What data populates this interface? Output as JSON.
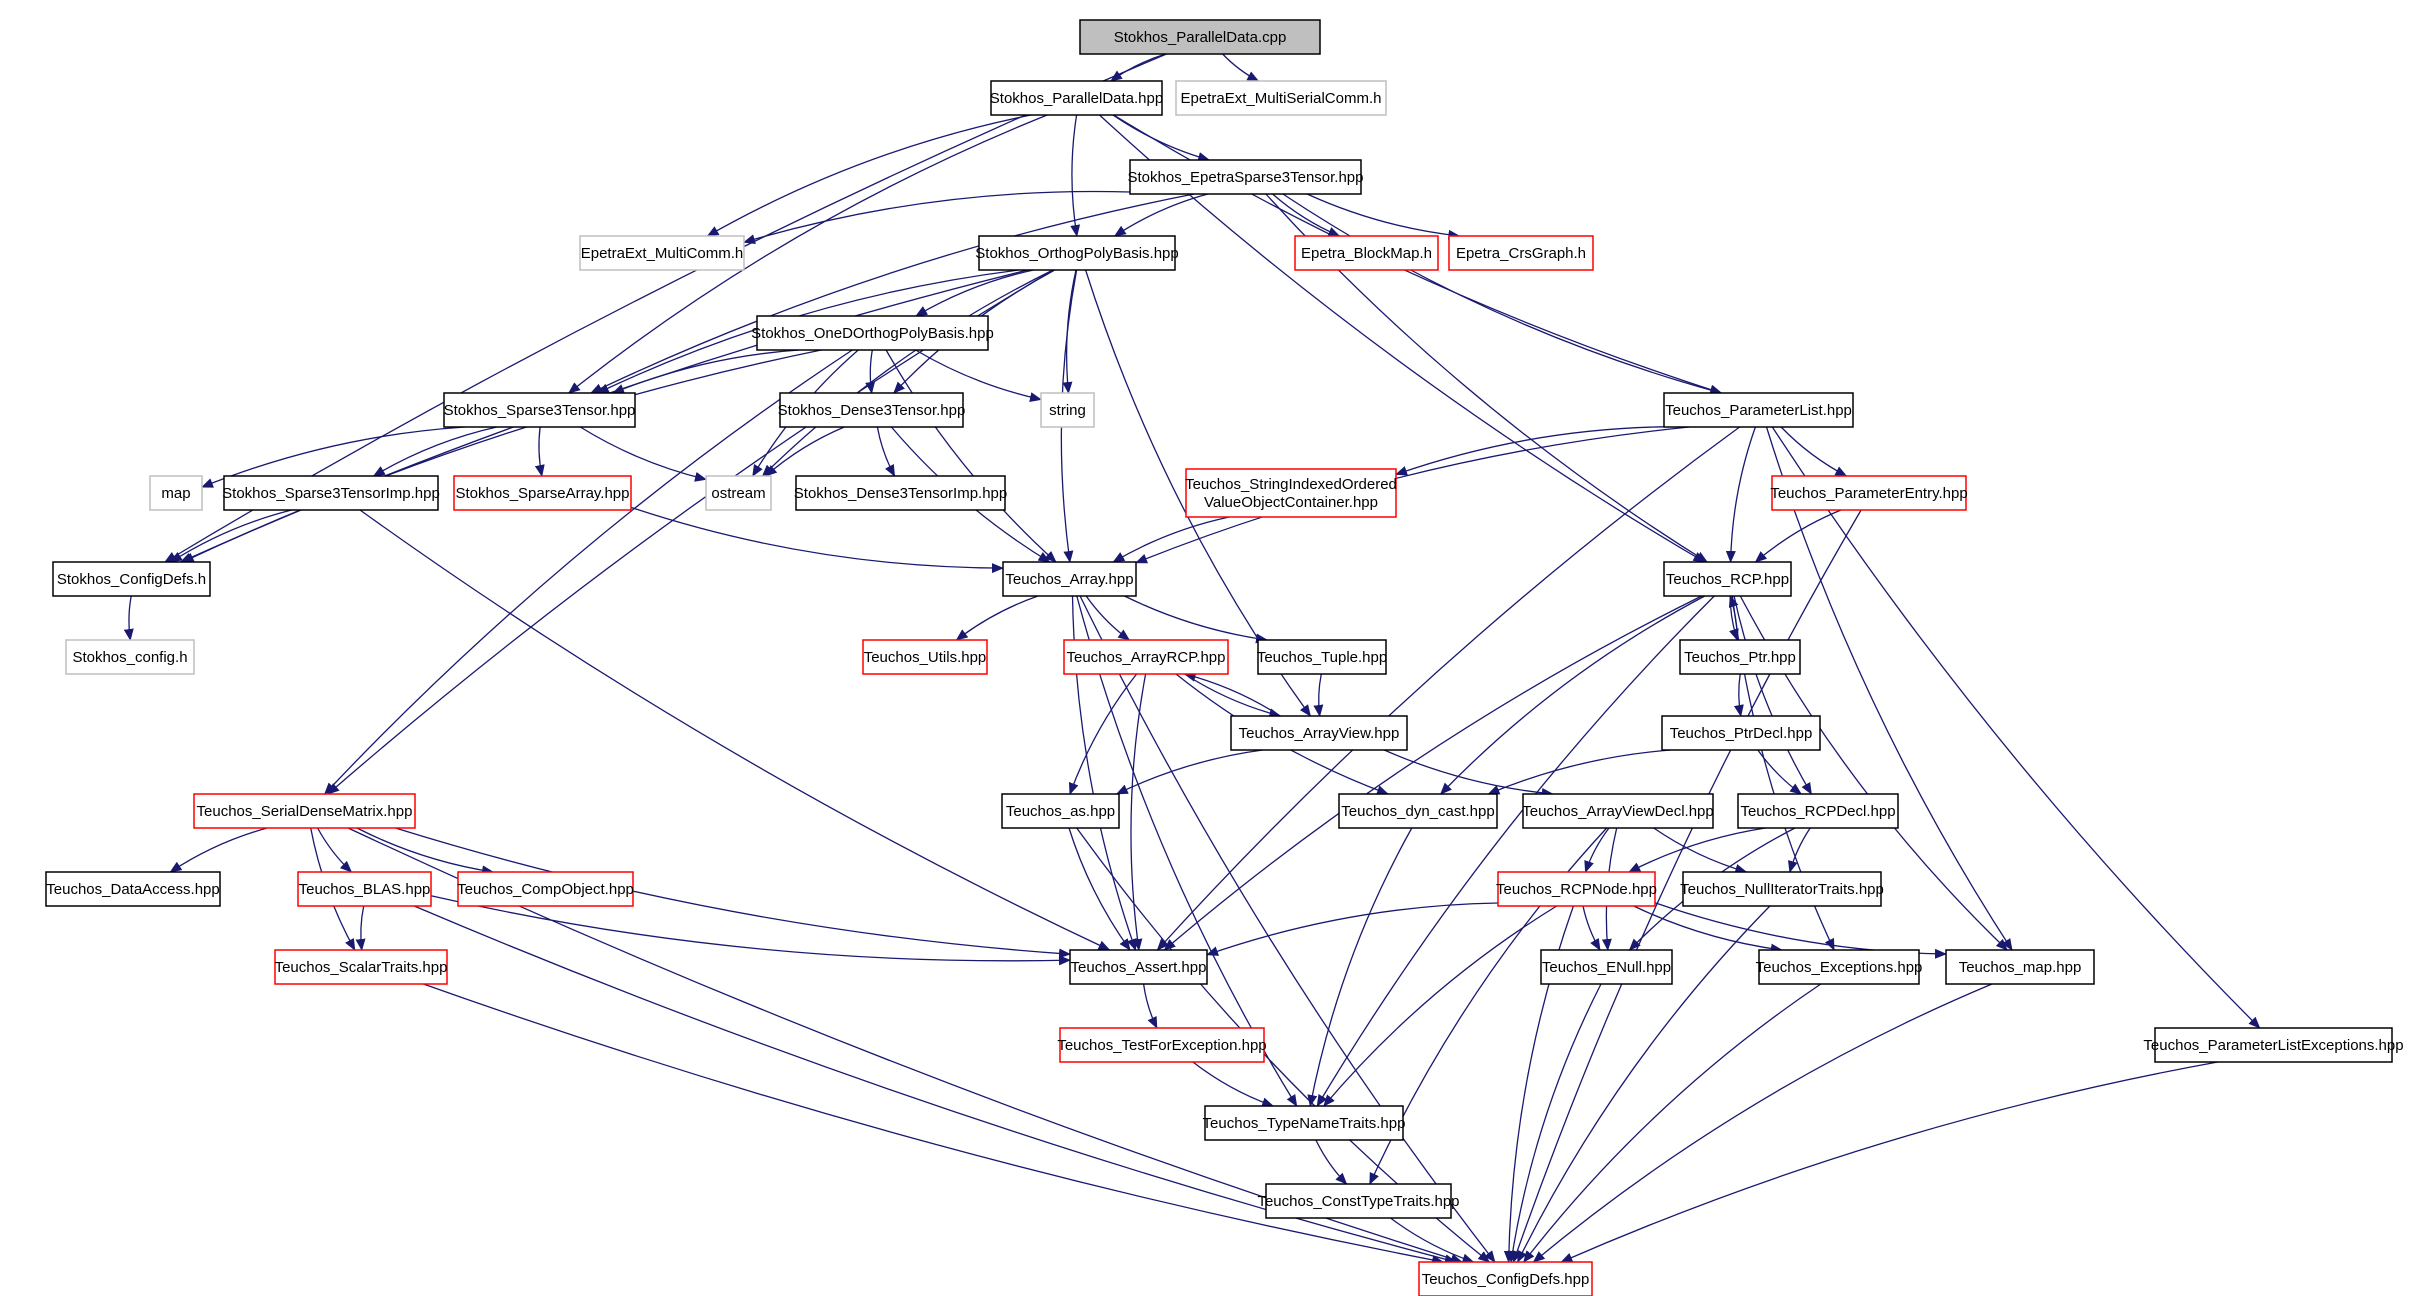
{
  "colors": {
    "edge": "#191970",
    "border_default": "#000000",
    "border_truncated": "#ff0000",
    "border_external": "#bfbfbf",
    "fill_root": "#bfbfbf",
    "fill_default": "#ffffff"
  },
  "nodes": [
    {
      "id": "parallel_cpp",
      "lines": [
        "Stokhos_ParallelData.cpp"
      ],
      "kind": "root"
    },
    {
      "id": "parallel_hpp",
      "lines": [
        "Stokhos_ParallelData.hpp"
      ],
      "kind": "normal"
    },
    {
      "id": "multiserial",
      "lines": [
        "EpetraExt_MultiSerialComm.h"
      ],
      "kind": "external"
    },
    {
      "id": "epetrasparse",
      "lines": [
        "Stokhos_EpetraSparse3Tensor.hpp"
      ],
      "kind": "normal"
    },
    {
      "id": "multicomm",
      "lines": [
        "EpetraExt_MultiComm.h"
      ],
      "kind": "external"
    },
    {
      "id": "orthog",
      "lines": [
        "Stokhos_OrthogPolyBasis.hpp"
      ],
      "kind": "normal"
    },
    {
      "id": "blockmap",
      "lines": [
        "Epetra_BlockMap.h"
      ],
      "kind": "truncated"
    },
    {
      "id": "crsgraph",
      "lines": [
        "Epetra_CrsGraph.h"
      ],
      "kind": "truncated"
    },
    {
      "id": "oned",
      "lines": [
        "Stokhos_OneDOrthogPolyBasis.hpp"
      ],
      "kind": "normal"
    },
    {
      "id": "sparse3",
      "lines": [
        "Stokhos_Sparse3Tensor.hpp"
      ],
      "kind": "normal"
    },
    {
      "id": "dense3",
      "lines": [
        "Stokhos_Dense3Tensor.hpp"
      ],
      "kind": "normal"
    },
    {
      "id": "string",
      "lines": [
        "string"
      ],
      "kind": "external"
    },
    {
      "id": "paramlist",
      "lines": [
        "Teuchos_ParameterList.hpp"
      ],
      "kind": "normal"
    },
    {
      "id": "map",
      "lines": [
        "map"
      ],
      "kind": "external"
    },
    {
      "id": "sparseimp",
      "lines": [
        "Stokhos_Sparse3TensorImp.hpp"
      ],
      "kind": "normal"
    },
    {
      "id": "sparsearray",
      "lines": [
        "Stokhos_SparseArray.hpp"
      ],
      "kind": "truncated"
    },
    {
      "id": "ostream",
      "lines": [
        "ostream"
      ],
      "kind": "external"
    },
    {
      "id": "dense3imp",
      "lines": [
        "Stokhos_Dense3TensorImp.hpp"
      ],
      "kind": "normal"
    },
    {
      "id": "strindexed",
      "lines": [
        "Teuchos_StringIndexedOrdered",
        "ValueObjectContainer.hpp"
      ],
      "kind": "truncated"
    },
    {
      "id": "paramentry",
      "lines": [
        "Teuchos_ParameterEntry.hpp"
      ],
      "kind": "truncated"
    },
    {
      "id": "configdefs_h",
      "lines": [
        "Stokhos_ConfigDefs.h"
      ],
      "kind": "normal"
    },
    {
      "id": "array",
      "lines": [
        "Teuchos_Array.hpp"
      ],
      "kind": "normal"
    },
    {
      "id": "rcp",
      "lines": [
        "Teuchos_RCP.hpp"
      ],
      "kind": "normal"
    },
    {
      "id": "stokhos_config",
      "lines": [
        "Stokhos_config.h"
      ],
      "kind": "external"
    },
    {
      "id": "utils",
      "lines": [
        "Teuchos_Utils.hpp"
      ],
      "kind": "truncated"
    },
    {
      "id": "arrayrcp",
      "lines": [
        "Teuchos_ArrayRCP.hpp"
      ],
      "kind": "truncated"
    },
    {
      "id": "tuple",
      "lines": [
        "Teuchos_Tuple.hpp"
      ],
      "kind": "normal"
    },
    {
      "id": "ptr",
      "lines": [
        "Teuchos_Ptr.hpp"
      ],
      "kind": "normal"
    },
    {
      "id": "arrayview",
      "lines": [
        "Teuchos_ArrayView.hpp"
      ],
      "kind": "normal"
    },
    {
      "id": "ptrdecl",
      "lines": [
        "Teuchos_PtrDecl.hpp"
      ],
      "kind": "normal"
    },
    {
      "id": "serialdense",
      "lines": [
        "Teuchos_SerialDenseMatrix.hpp"
      ],
      "kind": "truncated"
    },
    {
      "id": "as",
      "lines": [
        "Teuchos_as.hpp"
      ],
      "kind": "normal"
    },
    {
      "id": "dyncast",
      "lines": [
        "Teuchos_dyn_cast.hpp"
      ],
      "kind": "normal"
    },
    {
      "id": "arrayviewdecl",
      "lines": [
        "Teuchos_ArrayViewDecl.hpp"
      ],
      "kind": "normal"
    },
    {
      "id": "rcpdecl",
      "lines": [
        "Teuchos_RCPDecl.hpp"
      ],
      "kind": "normal"
    },
    {
      "id": "dataaccess",
      "lines": [
        "Teuchos_DataAccess.hpp"
      ],
      "kind": "normal"
    },
    {
      "id": "blas",
      "lines": [
        "Teuchos_BLAS.hpp"
      ],
      "kind": "truncated"
    },
    {
      "id": "compobject",
      "lines": [
        "Teuchos_CompObject.hpp"
      ],
      "kind": "truncated"
    },
    {
      "id": "rcpnode",
      "lines": [
        "Teuchos_RCPNode.hpp"
      ],
      "kind": "truncated"
    },
    {
      "id": "nulliter",
      "lines": [
        "Teuchos_NullIteratorTraits.hpp"
      ],
      "kind": "normal"
    },
    {
      "id": "scalartraits",
      "lines": [
        "Teuchos_ScalarTraits.hpp"
      ],
      "kind": "truncated"
    },
    {
      "id": "assert",
      "lines": [
        "Teuchos_Assert.hpp"
      ],
      "kind": "normal"
    },
    {
      "id": "enull",
      "lines": [
        "Teuchos_ENull.hpp"
      ],
      "kind": "normal"
    },
    {
      "id": "exceptions",
      "lines": [
        "Teuchos_Exceptions.hpp"
      ],
      "kind": "normal"
    },
    {
      "id": "tmap",
      "lines": [
        "Teuchos_map.hpp"
      ],
      "kind": "normal"
    },
    {
      "id": "testforexc",
      "lines": [
        "Teuchos_TestForException.hpp"
      ],
      "kind": "truncated"
    },
    {
      "id": "plexceptions",
      "lines": [
        "Teuchos_ParameterListExceptions.hpp"
      ],
      "kind": "normal"
    },
    {
      "id": "typename",
      "lines": [
        "Teuchos_TypeNameTraits.hpp"
      ],
      "kind": "normal"
    },
    {
      "id": "consttype",
      "lines": [
        "Teuchos_ConstTypeTraits.hpp"
      ],
      "kind": "normal"
    },
    {
      "id": "configdefs_hpp",
      "lines": [
        "Teuchos_ConfigDefs.hpp"
      ],
      "kind": "truncated"
    }
  ],
  "edges": [
    [
      "parallel_cpp",
      "parallel_hpp"
    ],
    [
      "parallel_cpp",
      "multiserial"
    ],
    [
      "parallel_cpp",
      "configdefs_h"
    ],
    [
      "parallel_hpp",
      "epetrasparse"
    ],
    [
      "parallel_hpp",
      "multicomm"
    ],
    [
      "parallel_hpp",
      "orthog"
    ],
    [
      "parallel_hpp",
      "sparse3"
    ],
    [
      "parallel_hpp",
      "paramlist"
    ],
    [
      "parallel_hpp",
      "rcp"
    ],
    [
      "epetrasparse",
      "multicomm"
    ],
    [
      "epetrasparse",
      "orthog"
    ],
    [
      "epetrasparse",
      "blockmap"
    ],
    [
      "epetrasparse",
      "crsgraph"
    ],
    [
      "epetrasparse",
      "sparse3"
    ],
    [
      "epetrasparse",
      "paramlist"
    ],
    [
      "epetrasparse",
      "rcp"
    ],
    [
      "orthog",
      "oned"
    ],
    [
      "orthog",
      "sparse3"
    ],
    [
      "orthog",
      "dense3"
    ],
    [
      "orthog",
      "string"
    ],
    [
      "orthog",
      "ostream"
    ],
    [
      "orthog",
      "array"
    ],
    [
      "orthog",
      "arrayview"
    ],
    [
      "orthog",
      "serialdense"
    ],
    [
      "orthog",
      "configdefs_h"
    ],
    [
      "oned",
      "sparse3"
    ],
    [
      "oned",
      "dense3"
    ],
    [
      "oned",
      "string"
    ],
    [
      "oned",
      "ostream"
    ],
    [
      "oned",
      "array"
    ],
    [
      "oned",
      "configdefs_h"
    ],
    [
      "oned",
      "serialdense"
    ],
    [
      "sparse3",
      "map"
    ],
    [
      "sparse3",
      "sparseimp"
    ],
    [
      "sparse3",
      "sparsearray"
    ],
    [
      "sparse3",
      "ostream"
    ],
    [
      "dense3",
      "ostream"
    ],
    [
      "dense3",
      "dense3imp"
    ],
    [
      "dense3",
      "array"
    ],
    [
      "sparseimp",
      "configdefs_h"
    ],
    [
      "sparseimp",
      "assert"
    ],
    [
      "sparsearray",
      "array"
    ],
    [
      "configdefs_h",
      "stokhos_config"
    ],
    [
      "paramlist",
      "strindexed"
    ],
    [
      "paramlist",
      "paramentry"
    ],
    [
      "paramlist",
      "array"
    ],
    [
      "paramlist",
      "rcp"
    ],
    [
      "paramlist",
      "assert"
    ],
    [
      "paramlist",
      "tmap"
    ],
    [
      "paramlist",
      "plexceptions"
    ],
    [
      "strindexed",
      "array"
    ],
    [
      "paramentry",
      "rcp"
    ],
    [
      "paramentry",
      "configdefs_hpp"
    ],
    [
      "array",
      "utils"
    ],
    [
      "array",
      "arrayrcp"
    ],
    [
      "array",
      "tuple"
    ],
    [
      "array",
      "assert"
    ],
    [
      "array",
      "typename"
    ],
    [
      "array",
      "configdefs_hpp"
    ],
    [
      "rcp",
      "ptr"
    ],
    [
      "rcp",
      "rcpdecl"
    ],
    [
      "rcp",
      "assert"
    ],
    [
      "rcp",
      "dyncast"
    ],
    [
      "rcp",
      "tmap"
    ],
    [
      "rcp",
      "exceptions"
    ],
    [
      "rcp",
      "typename"
    ],
    [
      "ptr",
      "rcp"
    ],
    [
      "ptr",
      "ptrdecl"
    ],
    [
      "ptrdecl",
      "rcpdecl"
    ],
    [
      "ptrdecl",
      "dyncast"
    ],
    [
      "tuple",
      "arrayview"
    ],
    [
      "arrayrcp",
      "arrayview"
    ],
    [
      "arrayrcp",
      "as"
    ],
    [
      "arrayrcp",
      "assert"
    ],
    [
      "arrayrcp",
      "dyncast"
    ],
    [
      "arrayview",
      "arrayrcp"
    ],
    [
      "arrayview",
      "as"
    ],
    [
      "arrayview",
      "arrayviewdecl"
    ],
    [
      "arrayviewdecl",
      "rcpnode"
    ],
    [
      "arrayviewdecl",
      "nulliter"
    ],
    [
      "arrayviewdecl",
      "enull"
    ],
    [
      "arrayviewdecl",
      "consttype"
    ],
    [
      "rcpdecl",
      "rcpnode"
    ],
    [
      "rcpdecl",
      "nulliter"
    ],
    [
      "rcpdecl",
      "enull"
    ],
    [
      "rcpnode",
      "assert"
    ],
    [
      "rcpnode",
      "enull"
    ],
    [
      "rcpnode",
      "exceptions"
    ],
    [
      "rcpnode",
      "tmap"
    ],
    [
      "rcpnode",
      "typename"
    ],
    [
      "rcpnode",
      "configdefs_hpp"
    ],
    [
      "as",
      "assert"
    ],
    [
      "as",
      "configdefs_hpp"
    ],
    [
      "dyncast",
      "typename"
    ],
    [
      "serialdense",
      "dataaccess"
    ],
    [
      "serialdense",
      "blas"
    ],
    [
      "serialdense",
      "compobject"
    ],
    [
      "serialdense",
      "scalartraits"
    ],
    [
      "serialdense",
      "assert"
    ],
    [
      "serialdense",
      "configdefs_hpp"
    ],
    [
      "blas",
      "scalartraits"
    ],
    [
      "blas",
      "assert"
    ],
    [
      "blas",
      "configdefs_hpp"
    ],
    [
      "scalartraits",
      "configdefs_hpp"
    ],
    [
      "assert",
      "testforexc"
    ],
    [
      "testforexc",
      "typename"
    ],
    [
      "typename",
      "consttype"
    ],
    [
      "consttype",
      "configdefs_hpp"
    ],
    [
      "nulliter",
      "configdefs_hpp"
    ],
    [
      "enull",
      "configdefs_hpp"
    ],
    [
      "exceptions",
      "configdefs_hpp"
    ],
    [
      "tmap",
      "configdefs_hpp"
    ],
    [
      "plexceptions",
      "configdefs_hpp"
    ]
  ]
}
